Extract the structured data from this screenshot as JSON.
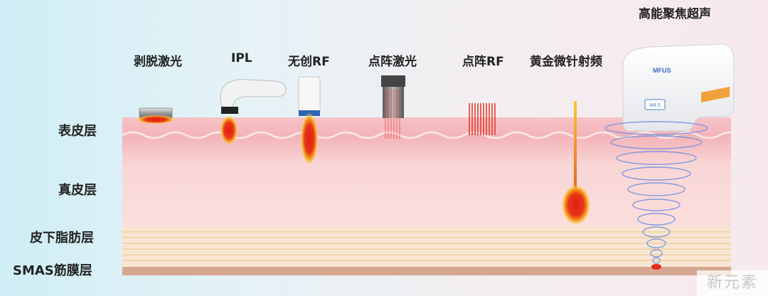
{
  "layers": {
    "epidermis": "表皮层",
    "dermis": "真皮层",
    "subcutaneous": "皮下脂肪层",
    "smas": "SMAS筋膜层"
  },
  "technologies": [
    {
      "id": "hair-removal-laser",
      "label": "剥脱激光"
    },
    {
      "id": "ipl",
      "label": "IPL"
    },
    {
      "id": "noninvasive-rf",
      "label": "无创RF"
    },
    {
      "id": "fractional-laser",
      "label": "点阵激光"
    },
    {
      "id": "fractional-rf",
      "label": "点阵RF"
    },
    {
      "id": "gold-microneedle-rf",
      "label": "黄金微针射频"
    },
    {
      "id": "hifu",
      "label": "高能聚焦超声"
    }
  ],
  "device": {
    "brand": "MFUS",
    "model": "M4.5"
  },
  "watermark": "新元素",
  "colors": {
    "skin_top": "#f4b8bf",
    "skin_mid": "#fbe2e0",
    "fat": "#f9e6d2",
    "smas": "#d9a891",
    "heat": "#e8321c"
  }
}
